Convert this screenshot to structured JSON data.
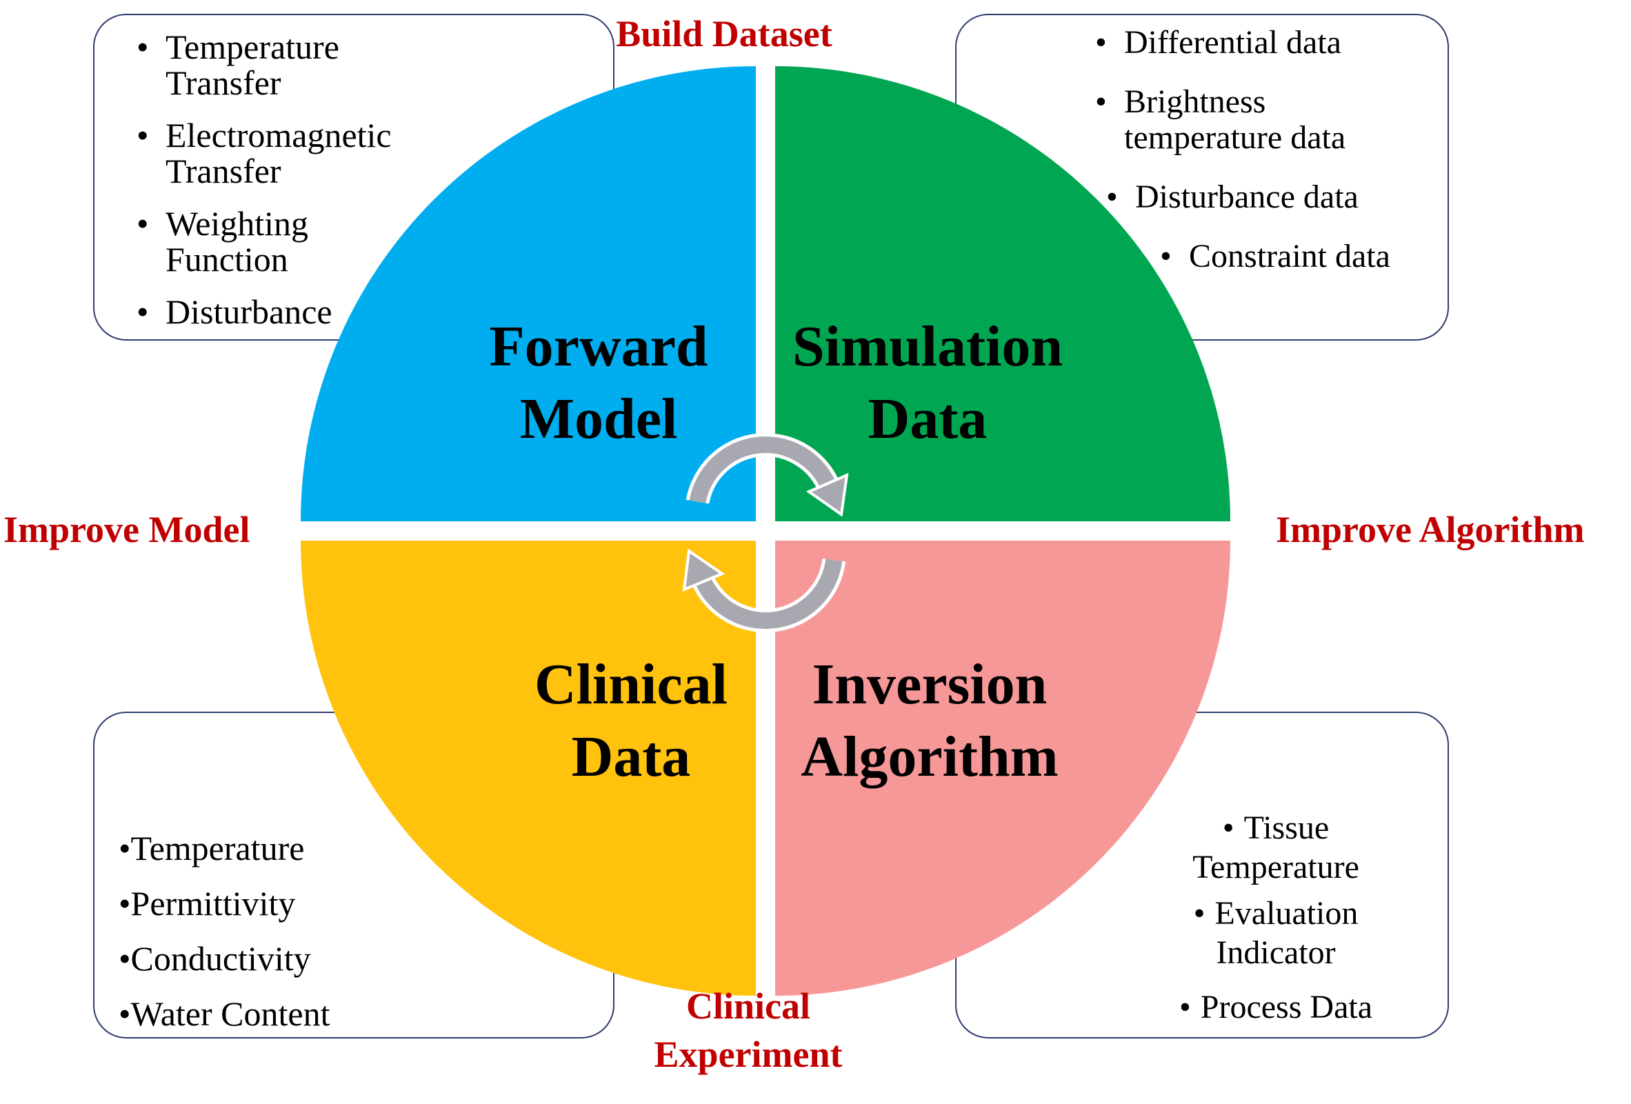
{
  "bullet": "•",
  "colors": {
    "forward_model_blue": "#00AEEF",
    "simulation_data_green": "#00A651",
    "clinical_data_yellow": "#FFC20D",
    "inversion_algorithm_pink": "#F79898",
    "cycle_label_red": "#C00000",
    "box_border_navy": "#2F3C6E",
    "arrow_gray": "#A8A8B0"
  },
  "quadrants": {
    "forward_model": "Forward\nModel",
    "simulation_data": "Simulation\nData",
    "clinical_data": "Clinical\nData",
    "inversion_algorithm": "Inversion\nAlgorithm"
  },
  "cycle_labels": {
    "top": "Build Dataset",
    "left": "Improve Model",
    "right": "Improve Algorithm",
    "bottom": "Clinical\nExperiment"
  },
  "boxes": {
    "top_left": {
      "items": [
        "Temperature Transfer",
        "Electromagnetic Transfer",
        "Weighting Function",
        "Disturbance"
      ]
    },
    "top_right": {
      "items": [
        "Differential data",
        "Brightness temperature data",
        "Disturbance data",
        "Constraint data"
      ]
    },
    "bottom_left": {
      "items": [
        "Temperature",
        "Permittivity",
        "Conductivity",
        "Water Content"
      ]
    },
    "bottom_right": {
      "items": [
        "Tissue Temperature",
        "Evaluation Indicator",
        "Process Data"
      ]
    }
  }
}
